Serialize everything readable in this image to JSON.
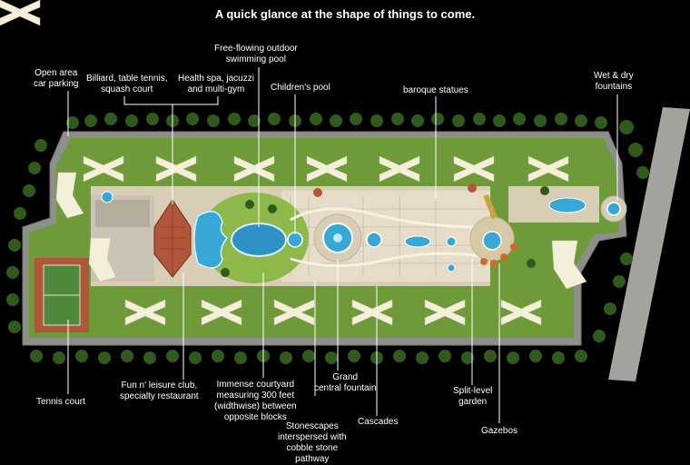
{
  "title": "A quick glance at the shape of things to come.",
  "labels": {
    "open_area_parking": [
      "Open area",
      "car parking"
    ],
    "billiard": [
      "Billiard, table tennis,",
      "squash court"
    ],
    "health_spa": [
      "Health spa, jacuzzi",
      "and multi-gym"
    ],
    "swimming_pool": [
      "Free-flowing outdoor",
      "swimming pool"
    ],
    "childrens_pool": [
      "Children's pool"
    ],
    "baroque_statues": [
      "baroque statues"
    ],
    "wet_dry_fountains": [
      "Wet & dry",
      "fountains"
    ],
    "tennis_court": [
      "Tennis court"
    ],
    "fun_leisure_club": [
      "Fun n' leisure club,",
      "specialty restaurant"
    ],
    "courtyard": [
      "Immense courtyard",
      "measuring 300 feet",
      "(widthwise) between",
      "opposite blocks"
    ],
    "grand_fountain": [
      "Grand",
      "central fountain"
    ],
    "stonescapes": [
      "Stonescapes",
      "interspersed with",
      "cobble stone",
      "pathway"
    ],
    "cascades": [
      "Cascades"
    ],
    "split_level_garden": [
      "Split-level",
      "garden"
    ],
    "gazebos": [
      "Gazebos"
    ]
  },
  "colors": {
    "background": "#000000",
    "lawn": "#6f9a3a",
    "path": "#d8d2c4",
    "building": "#f4efd9",
    "tree": "#2f5a1c",
    "water": "#37a7d6",
    "court": "#4f8a3c",
    "court_border": "#b0563a",
    "road": "#9a9a96",
    "paving": "#e7dcc8",
    "flower": "#d06a2a"
  }
}
